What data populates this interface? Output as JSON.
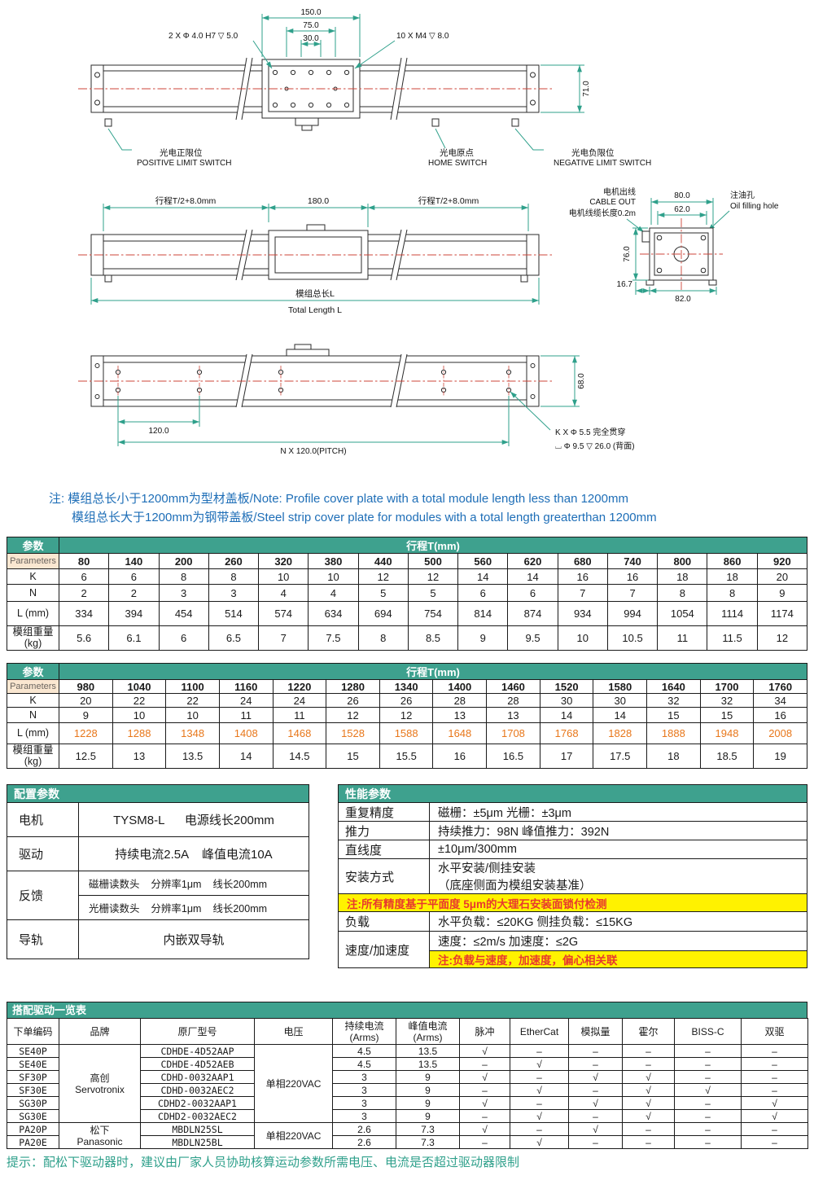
{
  "drawing1": {
    "d150": "150.0",
    "d75": "75.0",
    "d30": "30.0",
    "d71": "71.0",
    "callout_left": "2 X Φ 4.0 H7 ▽ 5.0",
    "callout_right": "10 X M4 ▽ 8.0",
    "positive_cn": "光电正限位",
    "positive_en": "POSITIVE LIMIT SWITCH",
    "home_cn": "光电原点",
    "home_en": "HOME SWITCH",
    "negative_cn": "光电负限位",
    "negative_en": "NEGATIVE LIMIT SWITCH"
  },
  "drawing2": {
    "stroke_left": "行程T/2+8.0mm",
    "d180": "180.0",
    "stroke_right": "行程T/2+8.0mm",
    "total_cn": "模组总长L",
    "total_en": "Total Length L",
    "cable_cn": "电机出线",
    "cable_en": "CABLE OUT",
    "cable_len": "电机线缆长度0.2m",
    "oil_cn": "注油孔",
    "oil_en": "Oil filling hole",
    "d80": "80.0",
    "d62": "62.0",
    "d76": "76.0",
    "d167": "16.7",
    "d82": "82.0"
  },
  "drawing3": {
    "d120": "120.0",
    "pitch": "N X 120.0(PITCH)",
    "d68": "68.0",
    "hole1": "K X Φ 5.5 完全贯穿",
    "hole2": "⌴ Φ 9.5 ▽ 26.0 (背面)"
  },
  "note": {
    "line1": "注: 模组总长小于1200mm为型材盖板/Note: Profile cover plate with a total module length less than 1200mm",
    "line2": "模组总长大于1200mm为钢带盖板/Steel strip cover plate for modules with a total length greaterthan 1200mm"
  },
  "table1": {
    "corner": "参数",
    "corner_sub": "Parameters",
    "span_header": "行程T(mm)",
    "columns": [
      "80",
      "140",
      "200",
      "260",
      "320",
      "380",
      "440",
      "500",
      "560",
      "620",
      "680",
      "740",
      "800",
      "860",
      "920"
    ],
    "rows": [
      {
        "label": "K",
        "values": [
          "6",
          "6",
          "8",
          "8",
          "10",
          "10",
          "12",
          "12",
          "14",
          "14",
          "16",
          "16",
          "18",
          "18",
          "20"
        ]
      },
      {
        "label": "N",
        "values": [
          "2",
          "2",
          "3",
          "3",
          "4",
          "4",
          "5",
          "5",
          "6",
          "6",
          "7",
          "7",
          "8",
          "8",
          "9"
        ]
      },
      {
        "label": "L (mm)",
        "values": [
          "334",
          "394",
          "454",
          "514",
          "574",
          "634",
          "694",
          "754",
          "814",
          "874",
          "934",
          "994",
          "1054",
          "1114",
          "1174"
        ]
      },
      {
        "label": "模组重量\n(kg)",
        "values": [
          "5.6",
          "6.1",
          "6",
          "6.5",
          "7",
          "7.5",
          "8",
          "8.5",
          "9",
          "9.5",
          "10",
          "10.5",
          "11",
          "11.5",
          "12"
        ]
      }
    ]
  },
  "table2": {
    "corner": "参数",
    "corner_sub": "Parameters",
    "span_header": "行程T(mm)",
    "columns": [
      "980",
      "1040",
      "1100",
      "1160",
      "1220",
      "1280",
      "1340",
      "1400",
      "1460",
      "1520",
      "1580",
      "1640",
      "1700",
      "1760"
    ],
    "rows": [
      {
        "label": "K",
        "values": [
          "20",
          "22",
          "22",
          "24",
          "24",
          "26",
          "26",
          "28",
          "28",
          "30",
          "30",
          "32",
          "32",
          "34"
        ]
      },
      {
        "label": "N",
        "values": [
          "9",
          "10",
          "10",
          "11",
          "11",
          "12",
          "12",
          "13",
          "13",
          "14",
          "14",
          "15",
          "15",
          "16"
        ]
      },
      {
        "label": "L (mm)",
        "highlight": true,
        "values": [
          "1228",
          "1288",
          "1348",
          "1408",
          "1468",
          "1528",
          "1588",
          "1648",
          "1708",
          "1768",
          "1828",
          "1888",
          "1948",
          "2008"
        ]
      },
      {
        "label": "模组重量\n(kg)",
        "values": [
          "12.5",
          "13",
          "13.5",
          "14",
          "14.5",
          "15",
          "15.5",
          "16",
          "16.5",
          "17",
          "17.5",
          "18",
          "18.5",
          "19"
        ]
      }
    ]
  },
  "config": {
    "title": "配置参数",
    "motor_label": "电机",
    "motor_value": "TYSM8-L      电源线长200mm",
    "drive_label": "驱动",
    "drive_value": "持续电流2.5A    峰值电流10A",
    "feedback_label": "反馈",
    "feedback_value1": "磁栅读数头    分辨率1μm    线长200mm",
    "feedback_value2": "光栅读数头    分辨率1μm    线长200mm",
    "rail_label": "导轨",
    "rail_value": "内嵌双导轨"
  },
  "perf": {
    "title": "性能参数",
    "repeat_label": "重复精度",
    "repeat_value": "磁栅：±5μm  光栅：±3μm",
    "thrust_label": "推力",
    "thrust_value": "持续推力：98N 峰值推力：392N",
    "straight_label": "直线度",
    "straight_value": "±10μm/300mm",
    "mount_label": "安装方式",
    "mount_value1": "水平安装/侧挂安装",
    "mount_value2": "（底座侧面为模组安装基准）",
    "note1": "注:所有精度基于平面度 5μm的大理石安装面锁付检测",
    "load_label": "负载",
    "load_value": "水平负载：≤20KG  侧挂负载：≤15KG",
    "speed_label": "速度/加速度",
    "speed_value": "速度：≤2m/s  加速度：≤2G",
    "note2": "注:负载与速度，加速度，偏心相关联"
  },
  "drive_table": {
    "title": "搭配驱动一览表",
    "headers": [
      "下单编码",
      "品牌",
      "原厂型号",
      "电压",
      "持续电流\n(Arms)",
      "峰值电流\n(Arms)",
      "脉冲",
      "EtherCat",
      "模拟量",
      "霍尔",
      "BISS-C",
      "双驱"
    ],
    "groups": [
      {
        "brand": "高创\nServotronix",
        "voltage": "单相220VAC",
        "rows": [
          {
            "code": "SE40P",
            "model": "CDHDE-4D52AAP",
            "cont": "4.5",
            "peak": "13.5",
            "flags": [
              "√",
              "–",
              "–",
              "–",
              "–",
              "–"
            ]
          },
          {
            "code": "SE40E",
            "model": "CDHDE-4D52AEB",
            "cont": "4.5",
            "peak": "13.5",
            "flags": [
              "–",
              "√",
              "–",
              "–",
              "–",
              "–"
            ]
          },
          {
            "code": "SF30P",
            "model": "CDHD-0032AAP1",
            "cont": "3",
            "peak": "9",
            "flags": [
              "√",
              "–",
              "√",
              "√",
              "–",
              "–"
            ]
          },
          {
            "code": "SF30E",
            "model": "CDHD-0032AEC2",
            "cont": "3",
            "peak": "9",
            "flags": [
              "–",
              "√",
              "–",
              "√",
              "√",
              "–"
            ]
          },
          {
            "code": "SG30P",
            "model": "CDHD2-0032AAP1",
            "cont": "3",
            "peak": "9",
            "flags": [
              "√",
              "–",
              "√",
              "√",
              "–",
              "√"
            ]
          },
          {
            "code": "SG30E",
            "model": "CDHD2-0032AEC2",
            "cont": "3",
            "peak": "9",
            "flags": [
              "–",
              "√",
              "–",
              "√",
              "–",
              "√"
            ]
          }
        ]
      },
      {
        "brand": "松下\nPanasonic",
        "voltage": "单相220VAC",
        "rows": [
          {
            "code": "PA20P",
            "model": "MBDLN25SL",
            "cont": "2.6",
            "peak": "7.3",
            "flags": [
              "√",
              "–",
              "√",
              "–",
              "–",
              "–"
            ]
          },
          {
            "code": "PA20E",
            "model": "MBDLN25BL",
            "cont": "2.6",
            "peak": "7.3",
            "flags": [
              "–",
              "√",
              "–",
              "–",
              "–",
              "–"
            ]
          }
        ]
      }
    ]
  },
  "tip": "提示：配松下驱动器时，建议由厂家人员协助核算运动参数所需电压、电流是否超过驱动器限制",
  "colors": {
    "teal": "#3EA18E",
    "orange": "#E8771A",
    "note_blue": "#1E6EB7",
    "yellow": "#FFF200",
    "note_red": "#E8392E",
    "centerline_red": "#CC4438",
    "dim_green": "#2FA08B"
  }
}
